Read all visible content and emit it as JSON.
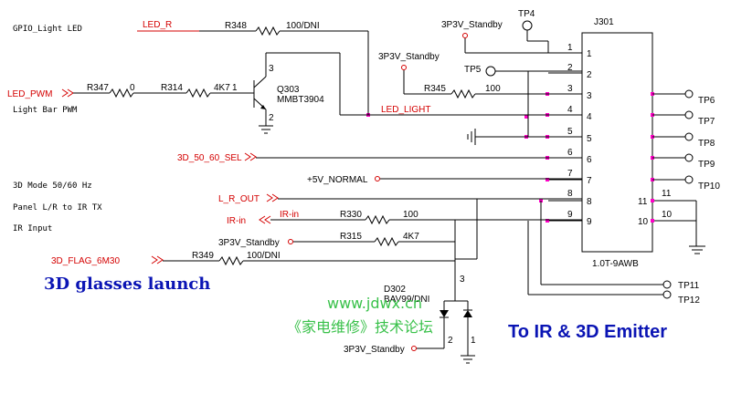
{
  "net_labels": {
    "gpio_light_led": "GPIO_Light LED",
    "led_r": "LED_R",
    "led_pwm": "LED_PWM",
    "light_bar_pwm": "Light Bar PWM",
    "led_light": "LED_LIGHT",
    "3d_50_60_sel": "3D_50_60_SEL",
    "5v_normal": "+5V_NORMAL",
    "l_r_out": "L_R_OUT",
    "ir_in_port": "IR-in",
    "ir_in_net": "IR-in",
    "3d_flag_6m30": "3D_FLAG_6M30",
    "3p3v_standby_top": "3P3V_Standby",
    "3p3v_standby_mid": "3P3V_Standby",
    "3p3v_standby_left": "3P3V_Standby",
    "3p3v_standby_bottom": "3P3V_Standby"
  },
  "notes": {
    "mode": "3D Mode 50/60 Hz",
    "panel": "Panel L/R to IR TX",
    "ir_input": "IR Input"
  },
  "resistors": {
    "r348": {
      "ref": "R348",
      "value": "100/DNI"
    },
    "r347": {
      "ref": "R347",
      "value": "0"
    },
    "r314": {
      "ref": "R314",
      "value": "4K7"
    },
    "r345": {
      "ref": "R345",
      "value": "100"
    },
    "r330": {
      "ref": "R330",
      "value": "100"
    },
    "r315": {
      "ref": "R315",
      "value": "4K7"
    },
    "r349": {
      "ref": "R349",
      "value": "100/DNI"
    }
  },
  "transistor": {
    "ref": "Q303",
    "part": "MMBT3904",
    "pin1": "1",
    "pin2": "2",
    "pin3": "3"
  },
  "diode": {
    "ref": "D302",
    "part": "BAV99/DNI",
    "pin1": "1",
    "pin2": "2",
    "pin3": "3"
  },
  "connector": {
    "ref": "J301",
    "part": "1.0T-9AWB",
    "pins_left": [
      "1",
      "2",
      "3",
      "4",
      "5",
      "6",
      "7",
      "8",
      "9"
    ],
    "pins_inner": [
      "1",
      "2",
      "3",
      "4",
      "5",
      "6",
      "7",
      "8",
      "9"
    ],
    "pins_right": [
      "11",
      "10"
    ],
    "pins_right_inner": [
      "11",
      "10"
    ]
  },
  "test_points": [
    "TP4",
    "TP5",
    "TP6",
    "TP7",
    "TP8",
    "TP9",
    "TP10",
    "TP11",
    "TP12"
  ],
  "titles": {
    "glasses": "3D glasses launch",
    "emitter": "To IR & 3D Emitter"
  },
  "watermark": {
    "url": "www.jdwx.cn",
    "forum": "《家电维修》技术论坛"
  },
  "colors": {
    "net_red": "#d40000",
    "title_blue": "#0a14b4",
    "pin_magenta": "#ff00c8",
    "watermark_green": "#39c14a"
  }
}
